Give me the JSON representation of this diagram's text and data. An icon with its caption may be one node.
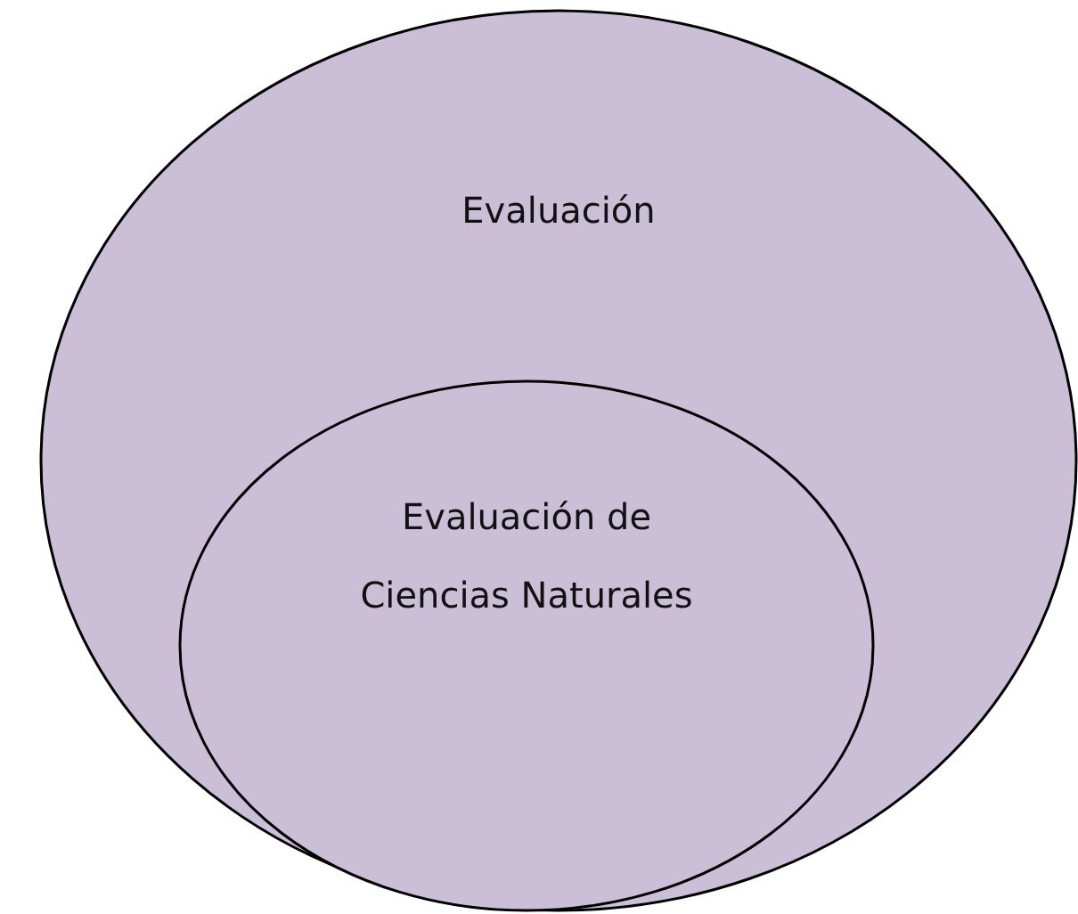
{
  "diagram": {
    "nodes": [
      {
        "text": [
          "Evaluación"
        ]
      },
      {
        "text": [
          "Evaluación de Ciencias Naturales"
        ],
        "in": 0
      }
    ]
  }
}
